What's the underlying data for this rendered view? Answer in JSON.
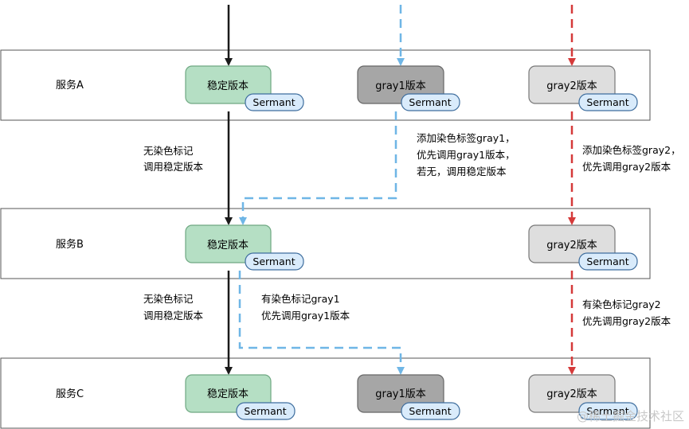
{
  "services": [
    {
      "label": "服务A"
    },
    {
      "label": "服务B"
    },
    {
      "label": "服务C"
    }
  ],
  "versions": {
    "stable": "稳定版本",
    "gray1": "gray1版本",
    "gray2": "gray2版本"
  },
  "sermant": "Sermant",
  "notes": {
    "ab_stable": [
      "无染色标记",
      "调用稳定版本"
    ],
    "ab_gray1": [
      "添加染色标签gray1，",
      "优先调用gray1版本，",
      "若无，调用稳定版本"
    ],
    "ab_gray2": [
      "添加染色标签gray2，",
      "优先调用gray2版本"
    ],
    "bc_stable": [
      "无染色标记",
      "调用稳定版本"
    ],
    "bc_gray1": [
      "有染色标记gray1",
      "优先调用gray1版本"
    ],
    "bc_gray2": [
      "有染色标记gray2",
      "优先调用gray2版本"
    ]
  },
  "watermark": "@稀土掘金技术社区",
  "colors": {
    "stable_fill": "#b5dfc4",
    "stable_stroke": "#6fa882",
    "gray1_fill": "#a6a6a6",
    "gray2_fill": "#dedede",
    "sermant_fill": "#d9ebfb",
    "sermant_stroke": "#3f6e9e",
    "arrow_stable": "#1a1a1a",
    "arrow_gray1": "#6fb6e6",
    "arrow_gray2": "#d53a3a"
  }
}
